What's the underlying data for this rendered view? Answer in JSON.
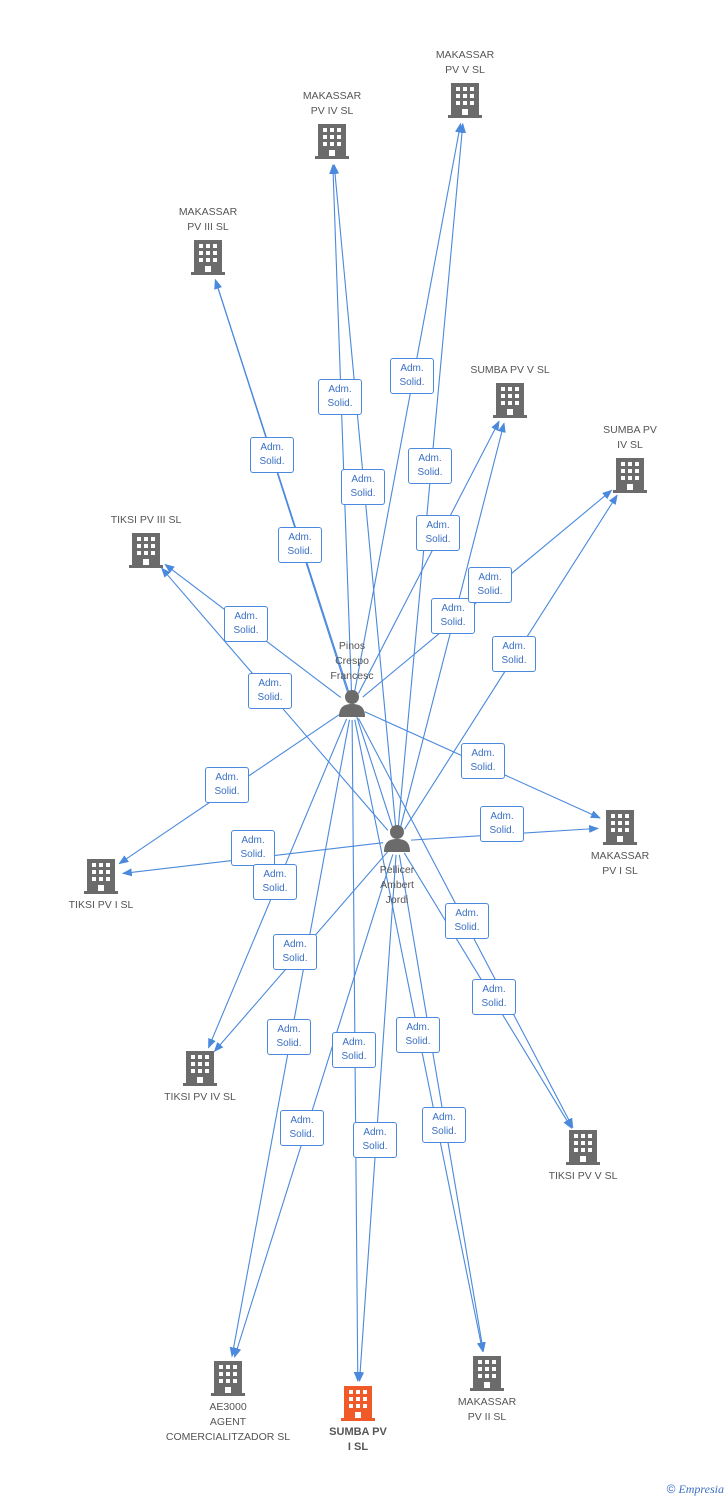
{
  "colors": {
    "edge": "#4a89dc",
    "company": "#6b6b6b",
    "person": "#6b6b6b",
    "focus_company": "#f05a28",
    "label_text": "#555555"
  },
  "persons": [
    {
      "id": "pinos",
      "label": "Pinos\nCrespo\nFrancesc",
      "icon": "person-icon"
    },
    {
      "id": "pellicer",
      "label": "Pellicer\nAmbert\nJordi",
      "icon": "person-icon"
    }
  ],
  "companies": [
    {
      "id": "makassar_pv_v",
      "label": "MAKASSAR\nPV V SL",
      "icon": "building-icon"
    },
    {
      "id": "makassar_pv_iv",
      "label": "MAKASSAR\nPV IV SL",
      "icon": "building-icon"
    },
    {
      "id": "makassar_pv_iii",
      "label": "MAKASSAR\nPV III SL",
      "icon": "building-icon"
    },
    {
      "id": "sumba_pv_v",
      "label": "SUMBA PV V SL",
      "icon": "building-icon"
    },
    {
      "id": "sumba_pv_iv",
      "label": "SUMBA PV\nIV SL",
      "icon": "building-icon"
    },
    {
      "id": "tiksi_pv_iii",
      "label": "TIKSI PV III SL",
      "icon": "building-icon"
    },
    {
      "id": "makassar_pv_i",
      "label": "MAKASSAR\nPV I SL",
      "icon": "building-icon"
    },
    {
      "id": "tiksi_pv_i",
      "label": "TIKSI PV I SL",
      "icon": "building-icon"
    },
    {
      "id": "tiksi_pv_iv",
      "label": "TIKSI PV IV SL",
      "icon": "building-icon"
    },
    {
      "id": "tiksi_pv_v",
      "label": "TIKSI PV V SL",
      "icon": "building-icon"
    },
    {
      "id": "ae3000",
      "label": "AE3000\nAGENT\nCOMERCIALITZADOR SL",
      "icon": "building-icon"
    },
    {
      "id": "sumba_pv_i",
      "label": "SUMBA PV\nI SL",
      "icon": "building-icon",
      "focus": true
    },
    {
      "id": "makassar_pv_ii",
      "label": "MAKASSAR\nPV II SL",
      "icon": "building-icon"
    }
  ],
  "edges": [
    {
      "from": "pinos",
      "to": "makassar_pv_iii",
      "label": "Adm.\nSolid."
    },
    {
      "from": "pellicer",
      "to": "makassar_pv_iii",
      "label": "Adm.\nSolid."
    },
    {
      "from": "pinos",
      "to": "makassar_pv_iv",
      "label": "Adm.\nSolid."
    },
    {
      "from": "pellicer",
      "to": "makassar_pv_iv",
      "label": "Adm.\nSolid."
    },
    {
      "from": "pinos",
      "to": "makassar_pv_v",
      "label": "Adm.\nSolid."
    },
    {
      "from": "pellicer",
      "to": "makassar_pv_v",
      "label": "Adm.\nSolid."
    },
    {
      "from": "pinos",
      "to": "sumba_pv_v",
      "label": "Adm.\nSolid."
    },
    {
      "from": "pellicer",
      "to": "sumba_pv_v",
      "label": "Adm.\nSolid."
    },
    {
      "from": "pinos",
      "to": "sumba_pv_iv",
      "label": "Adm.\nSolid."
    },
    {
      "from": "pellicer",
      "to": "sumba_pv_iv",
      "label": "Adm.\nSolid."
    },
    {
      "from": "pinos",
      "to": "tiksi_pv_iii",
      "label": "Adm.\nSolid."
    },
    {
      "from": "pellicer",
      "to": "tiksi_pv_iii",
      "label": "Adm.\nSolid."
    },
    {
      "from": "pinos",
      "to": "makassar_pv_i",
      "label": "Adm.\nSolid."
    },
    {
      "from": "pellicer",
      "to": "makassar_pv_i",
      "label": "Adm.\nSolid."
    },
    {
      "from": "pinos",
      "to": "tiksi_pv_i",
      "label": "Adm.\nSolid."
    },
    {
      "from": "pellicer",
      "to": "tiksi_pv_i",
      "label": "Adm.\nSolid."
    },
    {
      "from": "pinos",
      "to": "tiksi_pv_iv",
      "label": "Adm.\nSolid."
    },
    {
      "from": "pellicer",
      "to": "tiksi_pv_iv",
      "label": "Adm.\nSolid."
    },
    {
      "from": "pinos",
      "to": "tiksi_pv_v",
      "label": "Adm.\nSolid."
    },
    {
      "from": "pellicer",
      "to": "tiksi_pv_v",
      "label": "Adm.\nSolid."
    },
    {
      "from": "pinos",
      "to": "ae3000",
      "label": "Adm.\nSolid."
    },
    {
      "from": "pellicer",
      "to": "ae3000",
      "label": "Adm.\nSolid."
    },
    {
      "from": "pinos",
      "to": "sumba_pv_i",
      "label": "Adm.\nSolid."
    },
    {
      "from": "pellicer",
      "to": "sumba_pv_i",
      "label": "Adm.\nSolid."
    },
    {
      "from": "pinos",
      "to": "makassar_pv_ii",
      "label": "Adm.\nSolid."
    },
    {
      "from": "pellicer",
      "to": "makassar_pv_ii",
      "label": "Adm.\nSolid."
    }
  ],
  "footer": {
    "copyright": "©",
    "brand": "Empresia"
  }
}
